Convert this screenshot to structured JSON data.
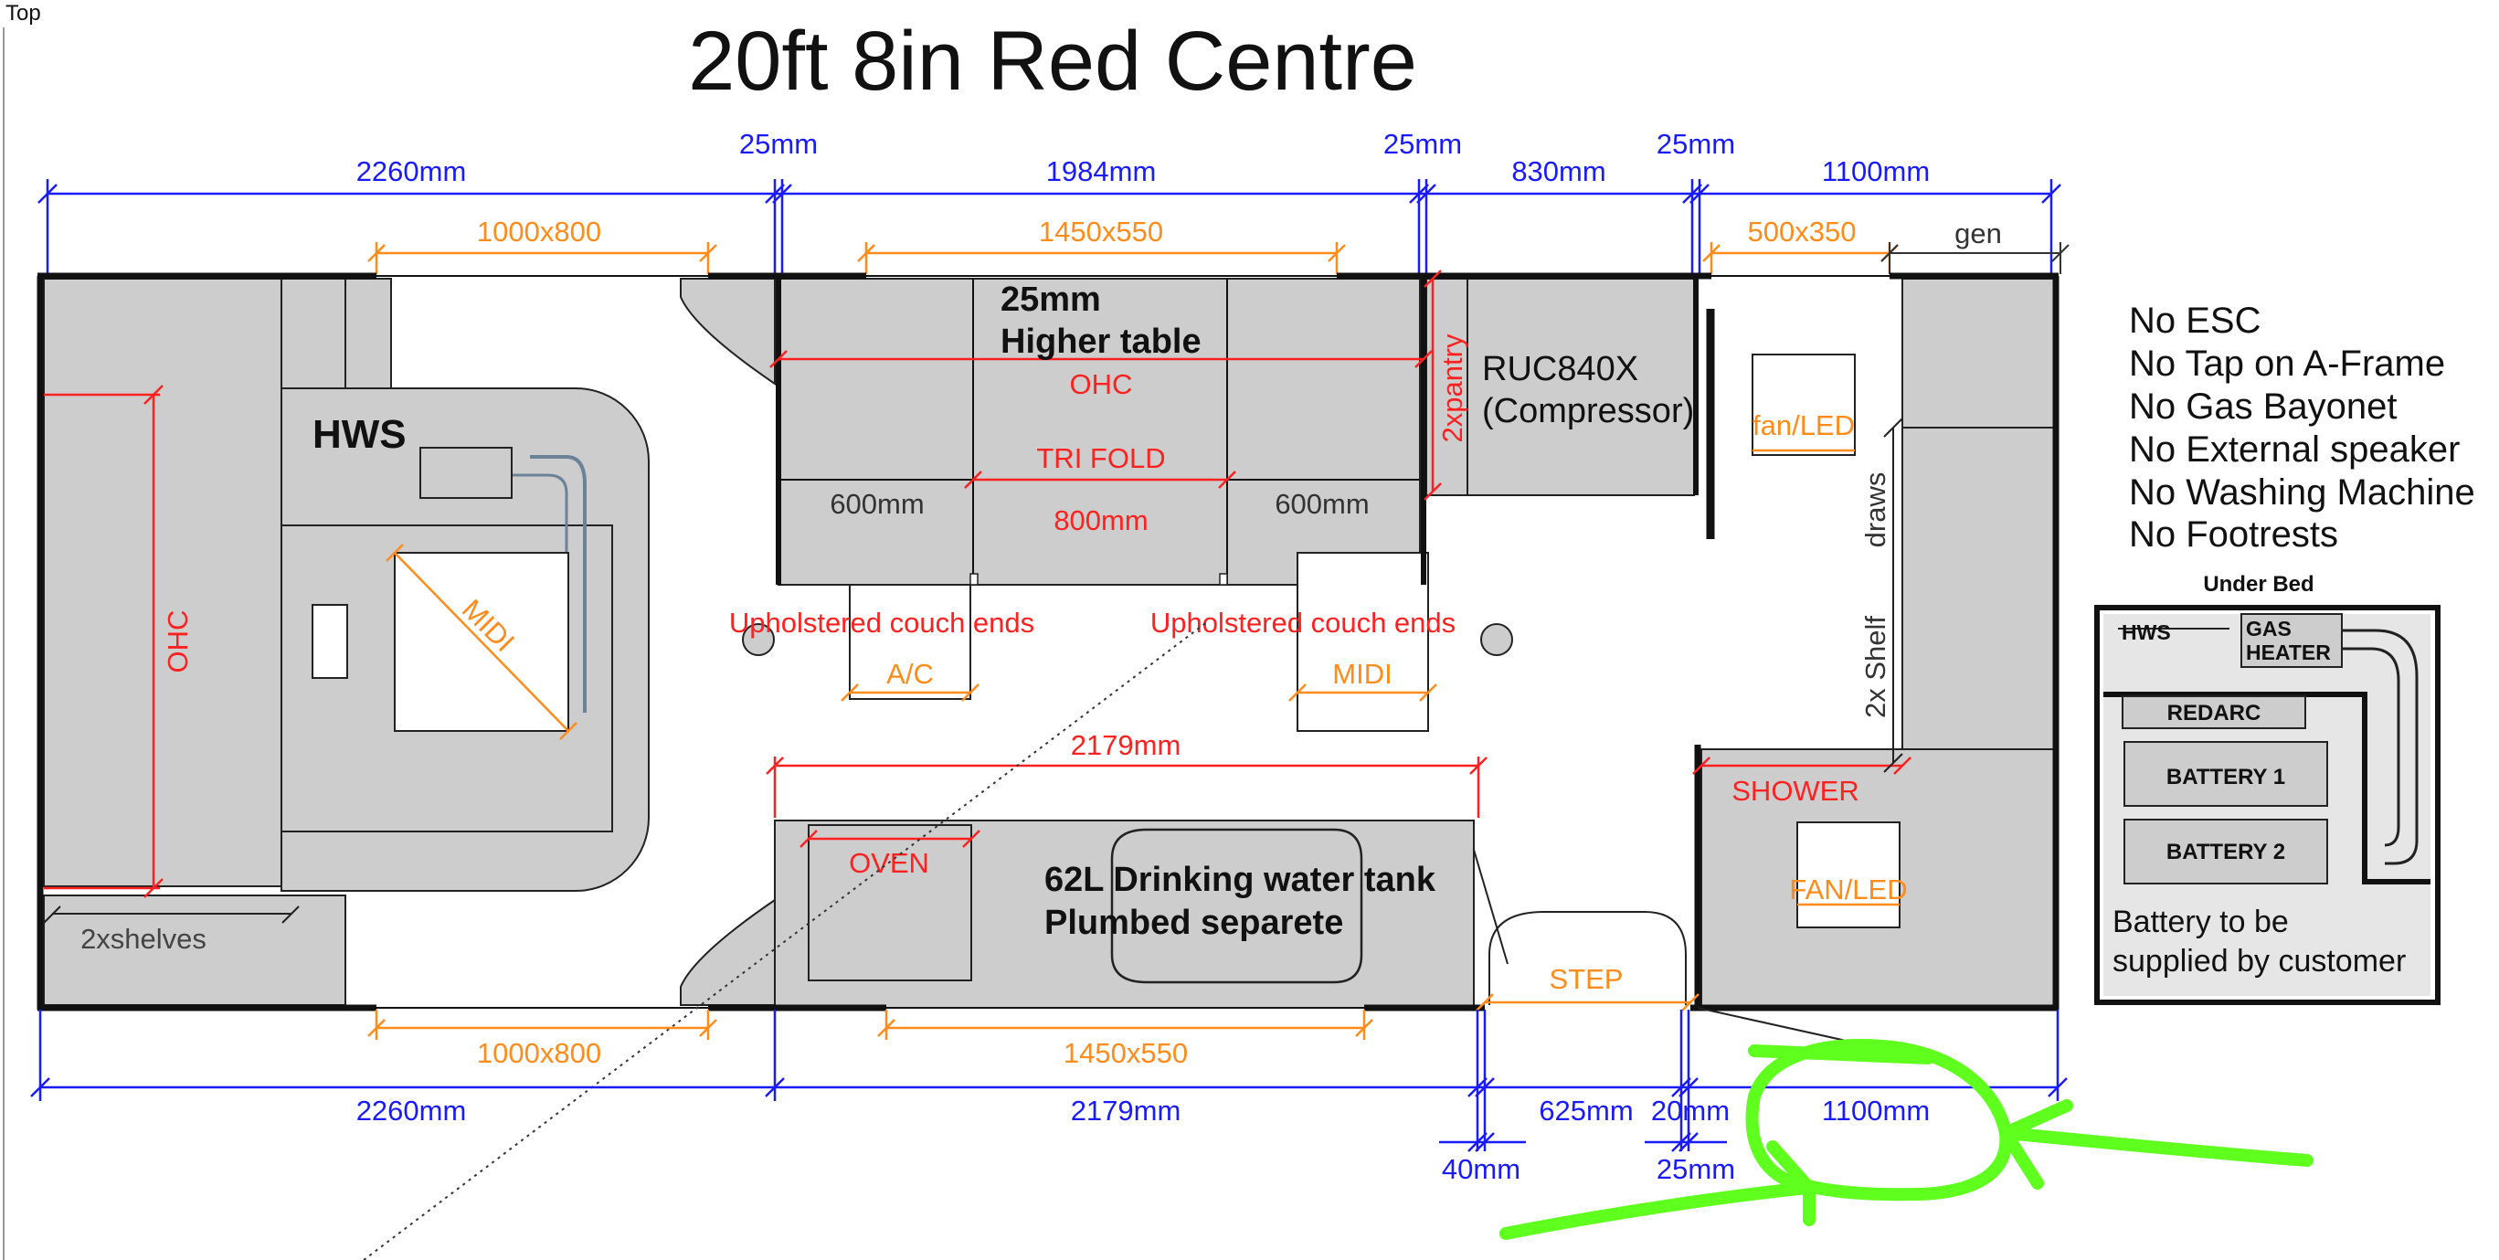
{
  "view_label": "Top",
  "title": "20ft 8in Red Centre",
  "top_dims": {
    "d1": "2260mm",
    "g1": "25mm",
    "d2": "1984mm",
    "g2": "25mm",
    "d3": "830mm",
    "g3": "25mm",
    "d4": "1100mm"
  },
  "window_dims_top": {
    "w1": "1000x800",
    "w2": "1450x550",
    "w3": "500x350",
    "gen": "gen"
  },
  "bottom_dims": {
    "d1": "2260mm",
    "d2": "2179mm",
    "d3": "625mm",
    "d4": "20mm",
    "d5": "1100mm",
    "small1": "40mm",
    "small2": "25mm"
  },
  "window_dims_bottom": {
    "w1": "1000x800",
    "w2": "1450x550",
    "step": "STEP"
  },
  "labels": {
    "hws": "HWS",
    "ohc_left": "OHC",
    "midi_bed": "MIDI",
    "shelves": "2xshelves",
    "higher_table_1": "25mm",
    "higher_table_2": "Higher table",
    "ohc_mid": "OHC",
    "tri_fold": "TRI FOLD",
    "seat_left": "600mm",
    "seat_mid": "800mm",
    "seat_right": "600mm",
    "couch_left": "Upholstered couch ends",
    "couch_right": "Upholstered couch ends",
    "ac": "A/C",
    "midi_right": "MIDI",
    "pantry": "2xpantry",
    "fridge_1": "RUC840X",
    "fridge_2": "(Compressor)",
    "fan_led_top": "fan/LED",
    "draws": "draws",
    "shelf": "2x Shelf",
    "bench_dim": "2179mm",
    "oven": "OVEN",
    "tank_1": "62L Drinking water tank",
    "tank_2": "Plumbed separete",
    "shower": "SHOWER",
    "fan_led_bottom": "FAN/LED"
  },
  "notes": [
    "No ESC",
    "No Tap on A-Frame",
    "No Gas Bayonet",
    "No External speaker",
    "No Washing Machine",
    "No Footrests"
  ],
  "under_bed": {
    "title": "Under Bed",
    "hws": "HWS",
    "gas_1": "GAS",
    "gas_2": "HEATER",
    "redarc": "REDARC",
    "battery1": "BATTERY 1",
    "battery2": "BATTERY 2",
    "note_1": "Battery to be",
    "note_2": "supplied by customer"
  },
  "colors": {
    "dimension": "#1a1aff",
    "window": "#ff8c1a",
    "internal": "#ff2020",
    "highlight": "#5fff1e",
    "furniture": "#cdcdcd"
  }
}
